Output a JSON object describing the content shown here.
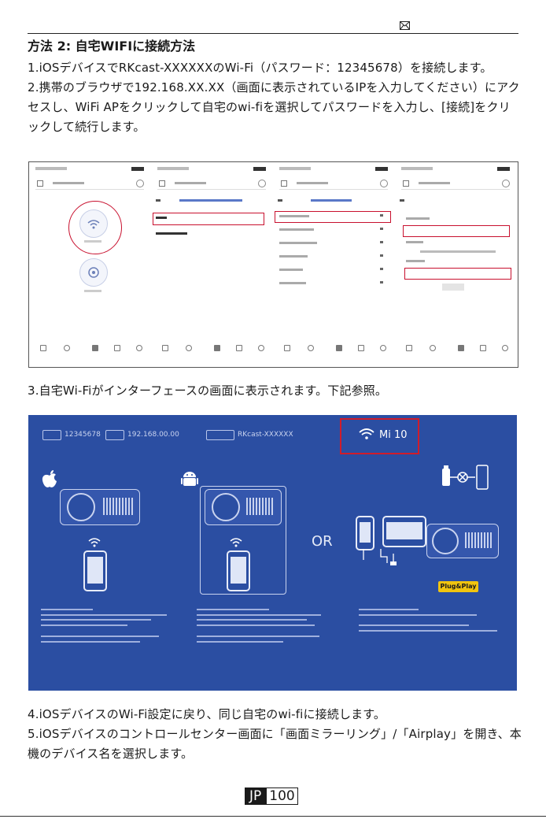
{
  "header": {
    "mail_icon": "envelope-icon",
    "heading": "方法 2: 自宅WIFIに接続方法"
  },
  "steps": {
    "s1": "1.iOSデバイスでRKcast-XXXXXXのWi-Fi（パスワード：12345678）を接続します。",
    "s2": "2.携帯のブラウザで192.168.XX.XX（画面に表示されているIPを入力してください）にアクセスし、WiFi  APをクリックして自宅のwi-fiを選択してパスワードを入力し、[接続]をクリックして続行します。",
    "s3": "3.自宅Wi-Fiがインターフェースの画面に表示されます。下記参照。",
    "s4": "4.iOSデバイスのWi-Fi設定に戻り、同じ自宅のwi-fiに接続します。",
    "s5": "5.iOSデバイスのコントロールセンター画面に「画面ミラーリング」/「Airplay」を開き、本機のデバイス名を選択します。"
  },
  "projector_screen": {
    "wifi_name": "Mi 10",
    "or_label": "OR",
    "plug_label": "Plug&Play",
    "status_password": "12345678",
    "status_ip": "192.168.00.00",
    "status_device": "RKcast-XXXXXX",
    "accent_red": "#d01c2a",
    "background": "#2b4ea2"
  },
  "footer": {
    "lang": "JP",
    "page": "100"
  }
}
